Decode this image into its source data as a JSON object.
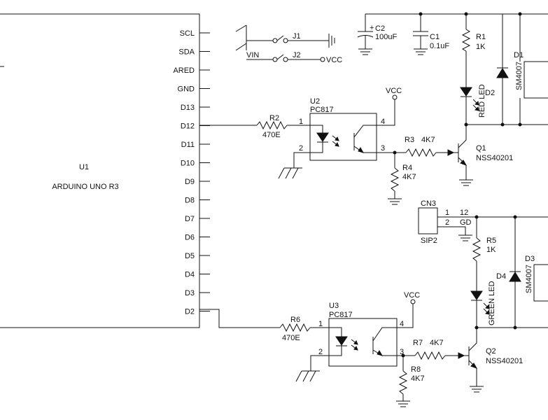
{
  "diagram": {
    "u1": {
      "ref": "U1",
      "name": "ARDUINO UNO R3",
      "pins": [
        "SCL",
        "SDA",
        "ARED",
        "GND",
        "D13",
        "D12",
        "D11",
        "D10",
        "D9",
        "D8",
        "D7",
        "D6",
        "D5",
        "D4",
        "D3",
        "D2"
      ]
    },
    "power": {
      "j1": "J1",
      "j2": "J2",
      "vin": "VIN",
      "vcc_out": "VCC",
      "c2_ref": "C2",
      "c2_val": "100uF",
      "c2_plus": "+",
      "c1_ref": "C1",
      "c1_val": "0.1uF"
    },
    "channel1": {
      "r1_ref": "R1",
      "r1_val": "1K",
      "d1_ref": "D1",
      "d1_val": "SM4007",
      "led_ref": "D2",
      "led_val": "RED LED",
      "r2_ref": "R2",
      "r2_val": "470E",
      "u2_ref": "U2",
      "u2_val": "PC817",
      "pin1": "1",
      "pin2": "2",
      "pin3": "3",
      "pin4": "4",
      "vcc": "VCC",
      "r3_ref": "R3",
      "r3_val": "4K7",
      "r4_ref": "R4",
      "r4_val": "4K7",
      "q1_ref": "Q1",
      "q1_val": "NSS40201"
    },
    "cn3": {
      "ref": "CN3",
      "val": "SIP2",
      "pin1": "1",
      "pin2": "2",
      "label12": "12",
      "labelgd": "GD"
    },
    "channel2": {
      "r5_ref": "R5",
      "r5_val": "1K",
      "d3_ref": "D3",
      "d3_val": "SM4007",
      "led_ref": "D4",
      "led_val": "GREEN LED",
      "r6_ref": "R6",
      "r6_val": "470E",
      "u3_ref": "U3",
      "u3_val": "PC817",
      "pin1": "1",
      "pin2": "2",
      "pin3": "3",
      "pin4": "4",
      "vcc": "VCC",
      "r7_ref": "R7",
      "r7_val": "4K7",
      "r8_ref": "R8",
      "r8_val": "4K7",
      "q2_ref": "Q2",
      "q2_val": "NSS40201"
    }
  }
}
